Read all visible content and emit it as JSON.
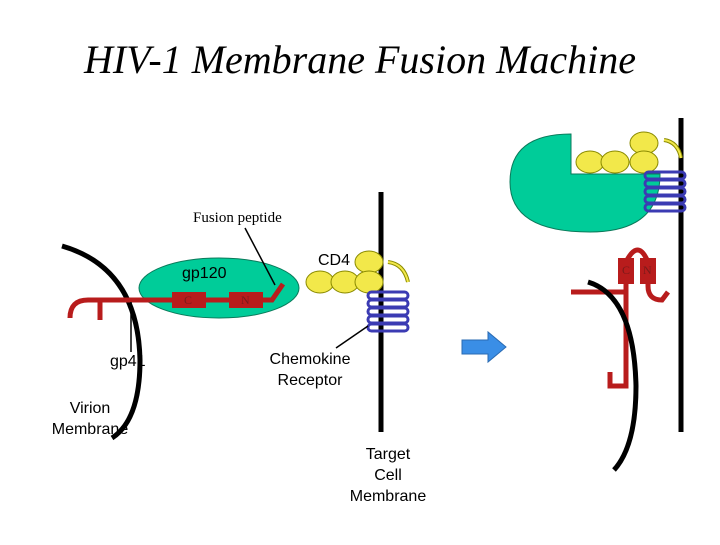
{
  "title": "HIV-1 Membrane Fusion Machine",
  "labels": {
    "fusion_peptide": "Fusion peptide",
    "gp120": "gp120",
    "cd4": "CD4",
    "gp41": "gp41",
    "chemokine_receptor_line1": "Chemokine",
    "chemokine_receptor_line2": "Receptor",
    "virion_membrane_line1": "Virion",
    "virion_membrane_line2": "Membrane",
    "target_cell_membrane_line1": "Target",
    "target_cell_membrane_line2": "Cell",
    "target_cell_membrane_line3": "Membrane",
    "c_terminus": "C",
    "n_terminus": "N",
    "c_terminus_fused": "C",
    "n_terminus_fused": "N"
  },
  "colors": {
    "gp120": "#00cc99",
    "gp41": "#b81c1c",
    "cd4": "#f2e84a",
    "chemokine_receptor": "#3b3bb3",
    "arrow": "#3a8ee6",
    "membrane": "#000000"
  }
}
